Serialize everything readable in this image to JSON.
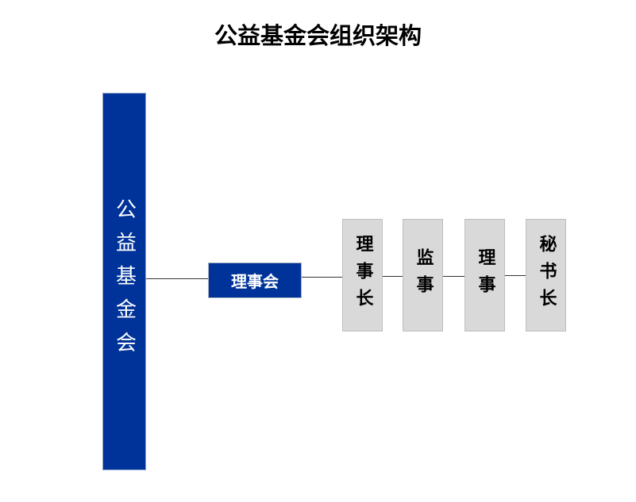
{
  "title": "公益基金会组织架构",
  "root": "公益基金会",
  "board": "理事会",
  "positions": [
    "理事长",
    "监事",
    "理事",
    "秘书长"
  ],
  "colors": {
    "primary": "#003399",
    "box": "#d9d9d9"
  }
}
